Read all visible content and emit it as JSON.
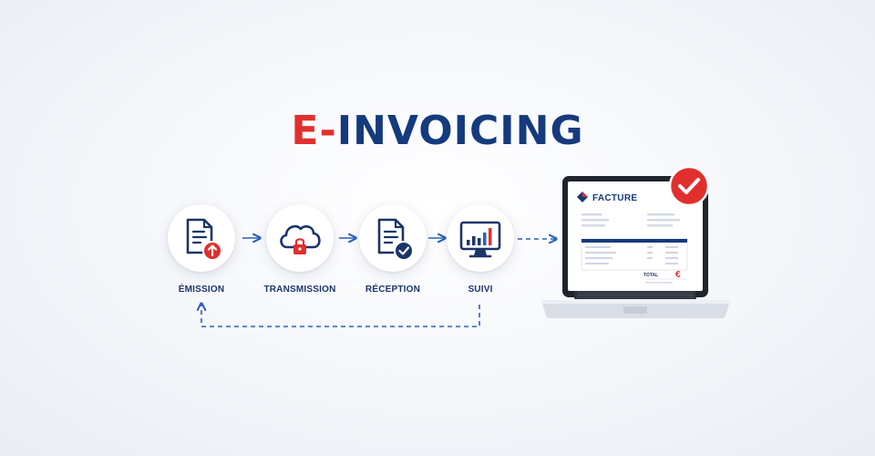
{
  "title": {
    "part1": "E-",
    "part2": "INVOICING"
  },
  "steps": [
    {
      "label": "ÉMISSION"
    },
    {
      "label": "TRANSMISSION"
    },
    {
      "label": "RÉCEPTION"
    },
    {
      "label": "SUIVI"
    }
  ],
  "invoice": {
    "title": "FACTURE",
    "total_label": "TOTAL",
    "currency": "€"
  },
  "colors": {
    "accent_red": "#e0302e",
    "brand_blue": "#153a7d"
  }
}
